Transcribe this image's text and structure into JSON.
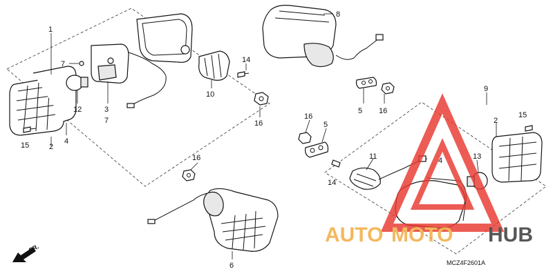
{
  "diagram": {
    "callouts": {
      "c1": "1",
      "c2a": "2",
      "c2b": "2",
      "c3": "3",
      "c4a": "4",
      "c4b": "4",
      "c5a": "5",
      "c5b": "5",
      "c6": "6",
      "c7a": "7",
      "c7b": "7",
      "c8": "8",
      "c9": "9",
      "c10": "10",
      "c11": "11",
      "c12": "12",
      "c13": "13",
      "c14a": "14",
      "c14b": "14",
      "c15a": "15",
      "c15b": "15",
      "c16a": "16",
      "c16b": "16",
      "c16c": "16",
      "c16d": "16"
    },
    "part_code": "MCZ4F2601A",
    "direction_label": "FR."
  },
  "watermark": {
    "text_left": "AUTO",
    "text_mid": "MOTO",
    "text_right": "HUB",
    "color_main": "#e8392f",
    "color_accent": "#f2a93b",
    "color_dark": "#333333"
  }
}
